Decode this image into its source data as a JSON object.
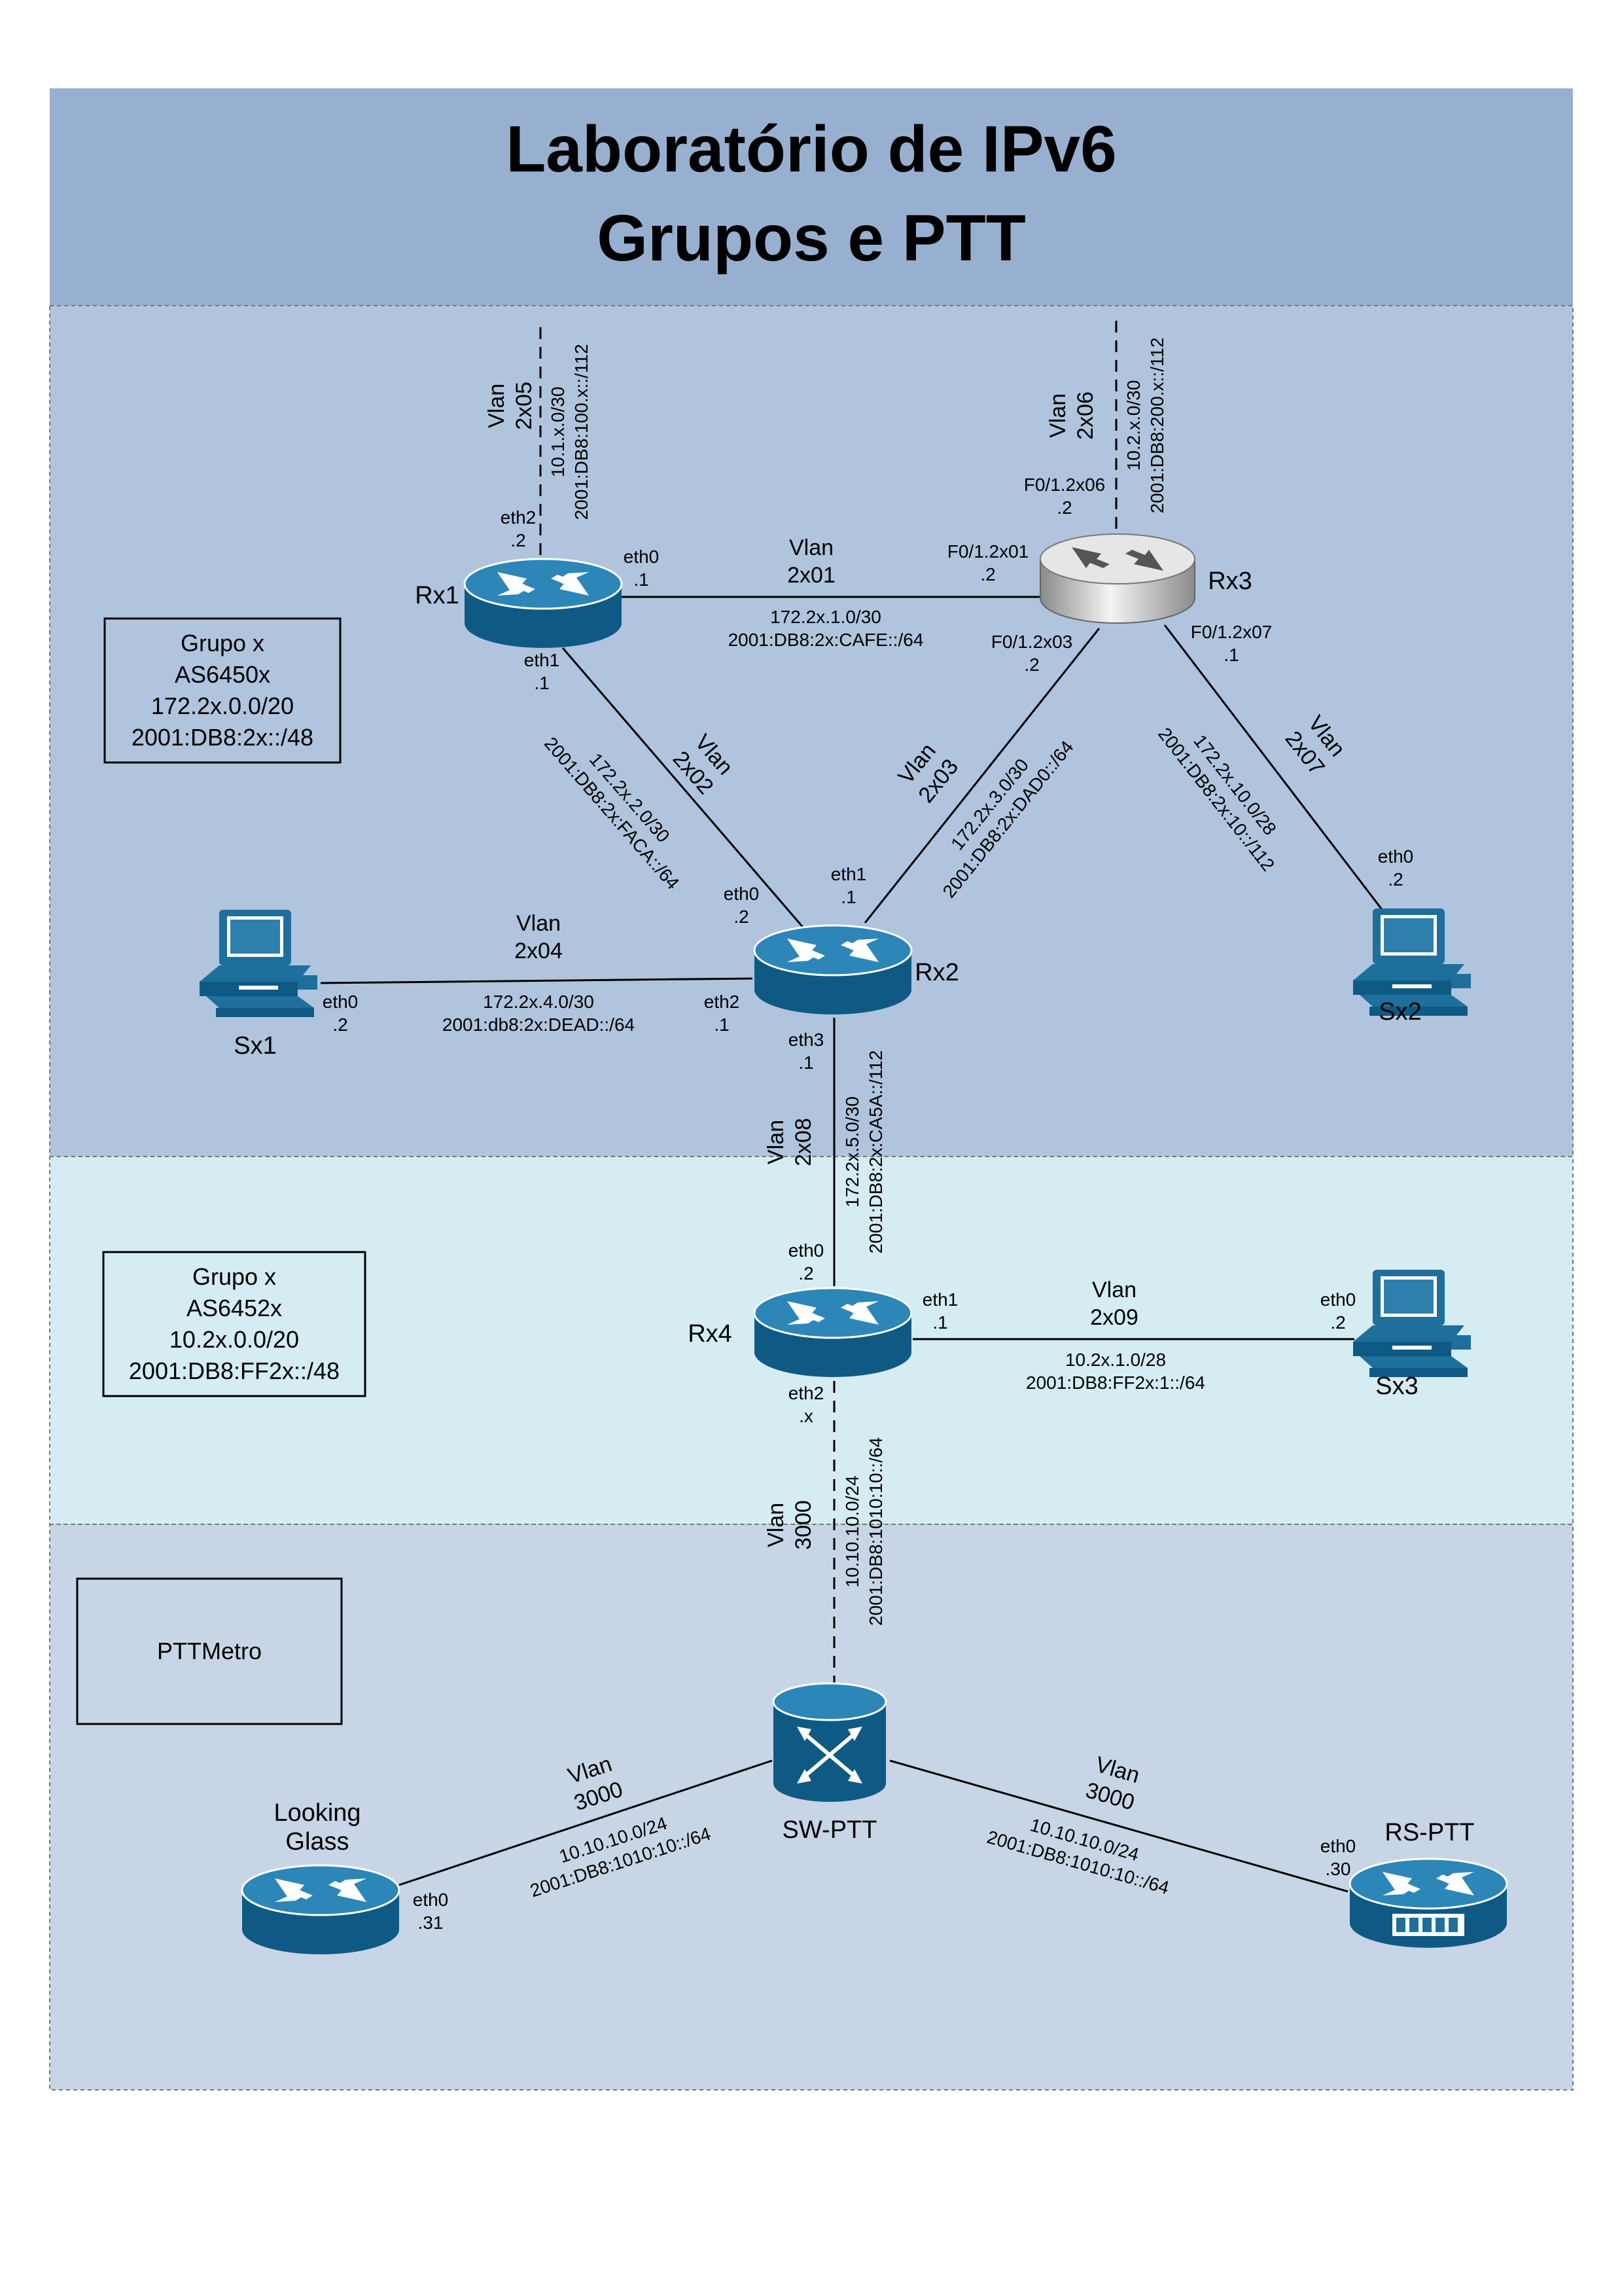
{
  "title": {
    "line1": "Laboratório de IPv6",
    "line2": "Grupos e PTT"
  },
  "colors": {
    "header": "#98b0d0",
    "zone_group1": "#b0c4de",
    "zone_group2": "#d4ecf2",
    "zone_ptt": "#c8d5e6",
    "device_blue": "#1e6f9c",
    "device_blue_dark": "#0f4f75",
    "link": "#000000"
  },
  "zones": {
    "group1": {
      "lines": [
        "Grupo x",
        "AS6450x",
        "172.2x.0.0/20",
        "2001:DB8:2x::/48"
      ]
    },
    "group2": {
      "lines": [
        "Grupo x",
        "AS6452x",
        "10.2x.0.0/20",
        "2001:DB8:FF2x::/48"
      ]
    },
    "ptt": {
      "lines": [
        "PTTMetro"
      ]
    }
  },
  "devices": {
    "rx1": {
      "name": "Rx1",
      "icon": "router-icon"
    },
    "rx2": {
      "name": "Rx2",
      "icon": "router-icon"
    },
    "rx3": {
      "name": "Rx3",
      "icon": "router-icon"
    },
    "rx4": {
      "name": "Rx4",
      "icon": "router-icon"
    },
    "sx1": {
      "name": "Sx1",
      "icon": "workstation-icon"
    },
    "sx2": {
      "name": "Sx2",
      "icon": "workstation-icon"
    },
    "sx3": {
      "name": "Sx3",
      "icon": "workstation-icon"
    },
    "sw_ptt": {
      "name": "SW-PTT",
      "icon": "switch-icon"
    },
    "looking_glass": {
      "name_line1": "Looking",
      "name_line2": "Glass",
      "icon": "router-icon"
    },
    "rs_ptt": {
      "name": "RS-PTT",
      "icon": "route-server-icon"
    }
  },
  "interfaces": {
    "rx1_eth2": {
      "name": "eth2",
      "addr": ".2"
    },
    "rx1_eth0": {
      "name": "eth0",
      "addr": ".1"
    },
    "rx1_eth1": {
      "name": "eth1",
      "addr": ".1"
    },
    "rx3_f0_2x06": {
      "name": "F0/1.2x06",
      "addr": ".2"
    },
    "rx3_f0_2x01": {
      "name": "F0/1.2x01",
      "addr": ".2"
    },
    "rx3_f0_2x03": {
      "name": "F0/1.2x03",
      "addr": ".2"
    },
    "rx3_f0_2x07": {
      "name": "F0/1.2x07",
      "addr": ".1"
    },
    "rx2_eth0": {
      "name": "eth0",
      "addr": ".2"
    },
    "rx2_eth1": {
      "name": "eth1",
      "addr": ".1"
    },
    "rx2_eth2": {
      "name": "eth2",
      "addr": ".1"
    },
    "rx2_eth3": {
      "name": "eth3",
      "addr": ".1"
    },
    "sx1_eth0": {
      "name": "eth0",
      "addr": ".2"
    },
    "sx2_eth0": {
      "name": "eth0",
      "addr": ".2"
    },
    "rx4_eth0": {
      "name": "eth0",
      "addr": ".2"
    },
    "rx4_eth1": {
      "name": "eth1",
      "addr": ".1"
    },
    "rx4_eth2": {
      "name": "eth2",
      "addr": ".x"
    },
    "sx3_eth0": {
      "name": "eth0",
      "addr": ".2"
    },
    "lg_eth0": {
      "name": "eth0",
      "addr": ".31"
    },
    "rs_eth0": {
      "name": "eth0",
      "addr": ".30"
    }
  },
  "links": {
    "vlan_2x05": {
      "vlan1": "Vlan",
      "vlan2": "2x05",
      "net4": "10.1.x.0/30",
      "net6": "2001:DB8:100.x::/112"
    },
    "vlan_2x06": {
      "vlan1": "Vlan",
      "vlan2": "2x06",
      "net4": "10.2.x.0/30",
      "net6": "2001:DB8:200.x::/112"
    },
    "vlan_2x01": {
      "vlan1": "Vlan",
      "vlan2": "2x01",
      "net4": "172.2x.1.0/30",
      "net6": "2001:DB8:2x:CAFE::/64"
    },
    "vlan_2x02": {
      "vlan1": "Vlan",
      "vlan2": "2x02",
      "net4": "172.2x.2.0/30",
      "net6": "2001:DB8:2x:FACA::/64"
    },
    "vlan_2x03": {
      "vlan1": "Vlan",
      "vlan2": "2x03",
      "net4": "172.2x.3.0/30",
      "net6": "2001:DB8:2x:DAD0::/64"
    },
    "vlan_2x07": {
      "vlan1": "Vlan",
      "vlan2": "2x07",
      "net4": "172.2x.10.0/28",
      "net6": "2001:DB8:2x:10::/112"
    },
    "vlan_2x04": {
      "vlan1": "Vlan",
      "vlan2": "2x04",
      "net4": "172.2x.4.0/30",
      "net6": "2001:db8:2x:DEAD::/64"
    },
    "vlan_2x08": {
      "vlan1": "Vlan",
      "vlan2": "2x08",
      "net4": "172.2x.5.0/30",
      "net6": "2001:DB8:2x:CA5A::/112"
    },
    "vlan_2x09": {
      "vlan1": "Vlan",
      "vlan2": "2x09",
      "net4": "10.2x.1.0/28",
      "net6": "2001:DB8:FF2x:1::/64"
    },
    "vlan_3000_up": {
      "vlan1": "Vlan",
      "vlan2": "3000",
      "net4": "10.10.10.0/24",
      "net6": "2001:DB8:1010:10::/64"
    },
    "vlan_3000_lg": {
      "vlan1": "Vlan",
      "vlan2": "3000",
      "net4": "10.10.10.0/24",
      "net6": "2001:DB8:1010:10::/64"
    },
    "vlan_3000_rs": {
      "vlan1": "Vlan",
      "vlan2": "3000",
      "net4": "10.10.10.0/24",
      "net6": "2001:DB8:1010:10::/64"
    }
  }
}
